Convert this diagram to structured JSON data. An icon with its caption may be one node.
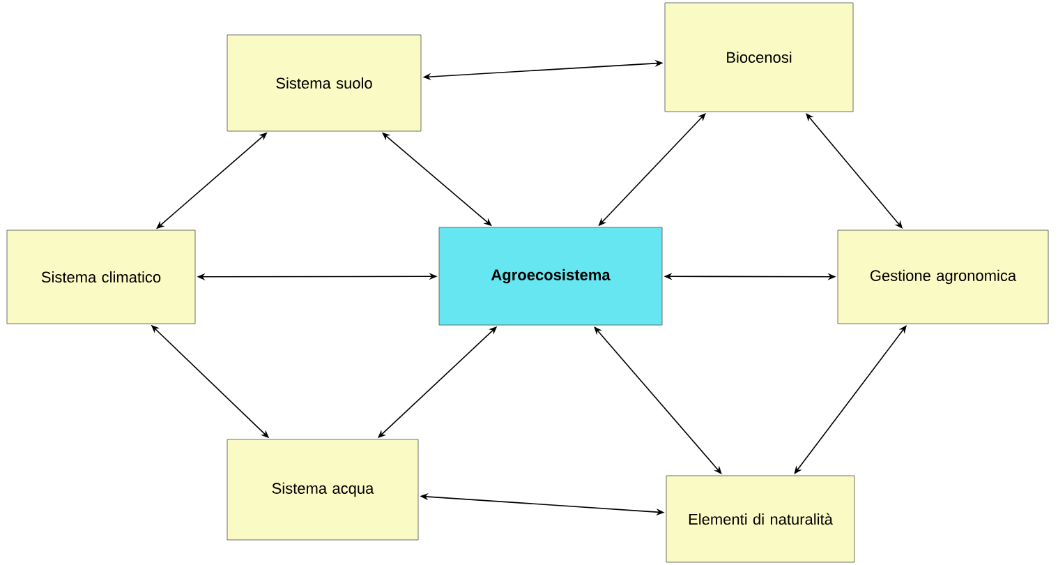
{
  "diagram": {
    "nodes": [
      {
        "text": [
          "Sistema suolo"
        ]
      },
      {
        "text": [
          "Biocenosi"
        ]
      },
      {
        "text": [
          "Sistema climatico"
        ]
      },
      {
        "text": [
          "Agroecosistema"
        ]
      },
      {
        "text": [
          "Gestione agronomica"
        ]
      },
      {
        "text": [
          "Sistema acqua"
        ]
      },
      {
        "text": [
          "Elementi di naturalità"
        ]
      }
    ],
    "edges": [
      {
        "from": 0,
        "to": 1,
        "arrow": "both"
      },
      {
        "from": 0,
        "to": 2,
        "arrow": "both"
      },
      {
        "from": 0,
        "to": 3,
        "arrow": "both"
      },
      {
        "from": 1,
        "to": 3,
        "arrow": "both"
      },
      {
        "from": 1,
        "to": 4,
        "arrow": "both"
      },
      {
        "from": 2,
        "to": 3,
        "arrow": "both"
      },
      {
        "from": 3,
        "to": 4,
        "arrow": "both"
      },
      {
        "from": 2,
        "to": 5,
        "arrow": "both"
      },
      {
        "from": 3,
        "to": 5,
        "arrow": "both"
      },
      {
        "from": 3,
        "to": 6,
        "arrow": "both"
      },
      {
        "from": 5,
        "to": 6,
        "arrow": "both"
      },
      {
        "from": 4,
        "to": 6,
        "arrow": "both"
      }
    ]
  }
}
